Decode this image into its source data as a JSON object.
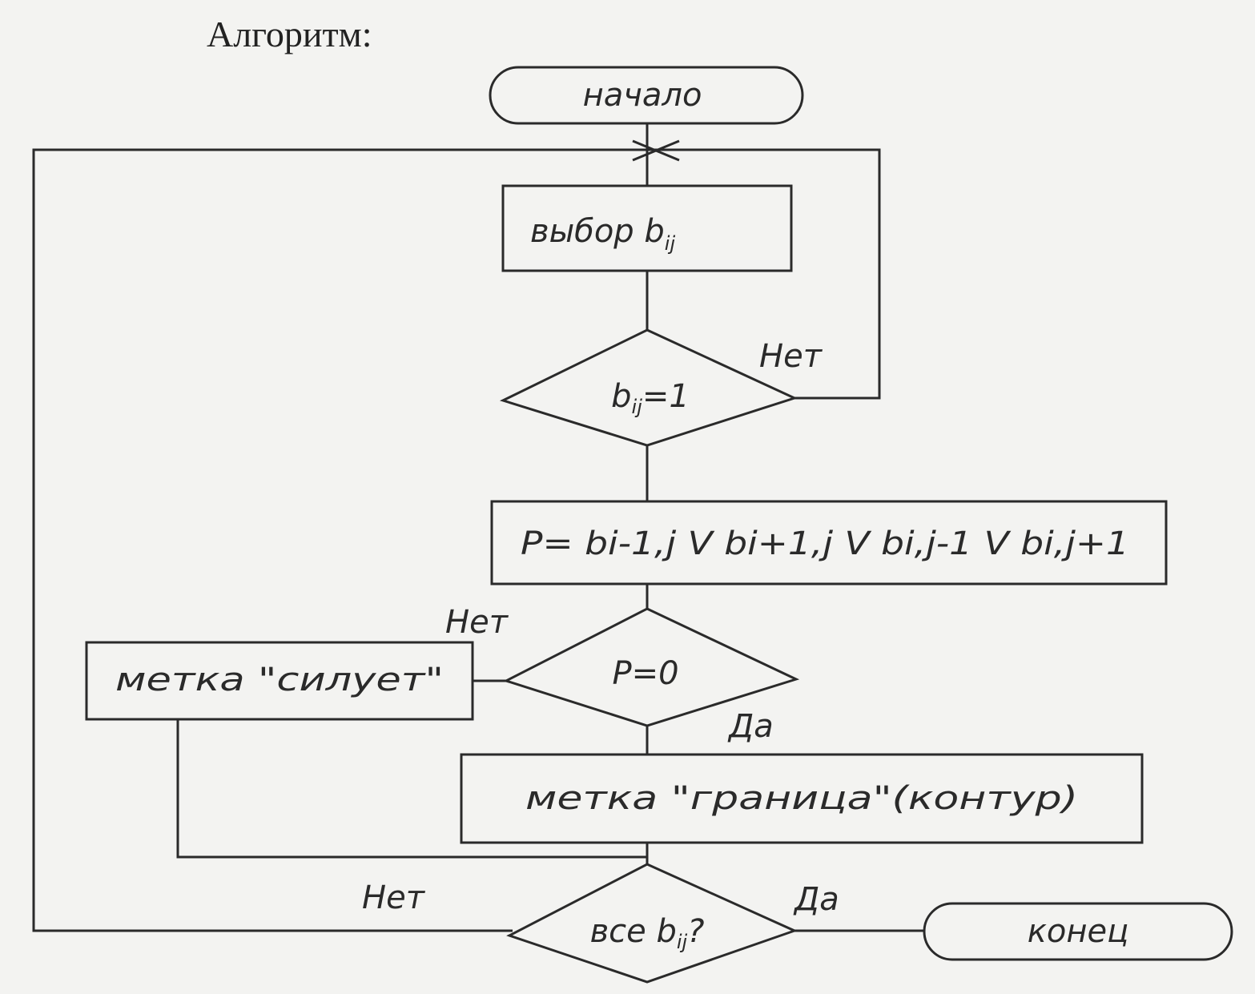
{
  "heading": "Алгоритм:",
  "nodes": {
    "start": "начало",
    "select": "выбор b",
    "select_sub": "ij",
    "check1_b": "b",
    "check1_sub": "ij",
    "check1_rest": "=1",
    "formula": "P= bi-1,j V  bi+1,j V  bi,j-1 V  bi,j+1",
    "check2": "P=0",
    "mark_silhouette": "метка \"силует\"",
    "mark_border": "метка \"граница\"(контур)",
    "check3_pre": "все b",
    "check3_sub": "ij",
    "check3_post": "?",
    "end": "конец"
  },
  "labels": {
    "no1": "Нет",
    "no2": "Нет",
    "yes2": "Да",
    "no3": "Нет",
    "yes3": "Да"
  },
  "colors": {
    "ink": "#2a2a2a",
    "paper": "#f3f3f1"
  }
}
